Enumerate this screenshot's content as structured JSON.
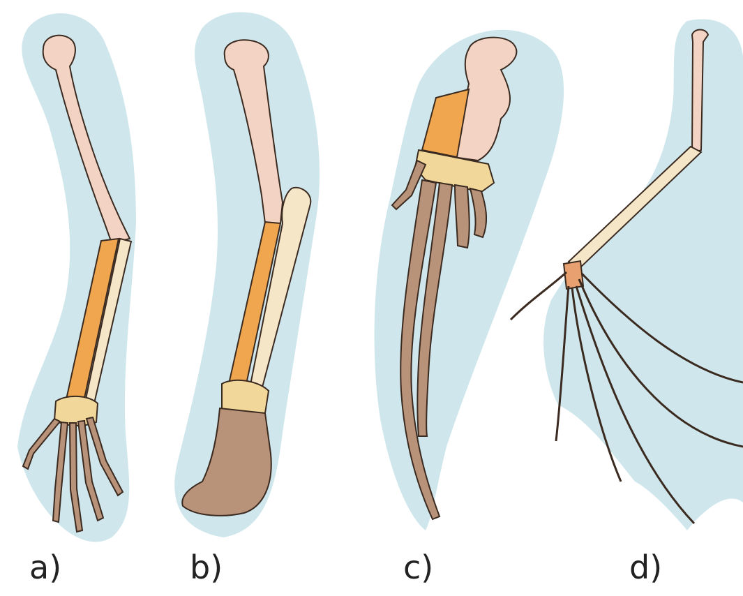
{
  "panels": [
    {
      "label": "a)"
    },
    {
      "label": "b)"
    },
    {
      "label": "c)"
    },
    {
      "label": "d)"
    }
  ],
  "colors": {
    "background": "#ffffff",
    "silhouette": "#cfe7ec",
    "humerus": "#f3d3c4",
    "radius_ulna": "#f0a64e",
    "ulna_light": "#f6e6c8",
    "carpals": "#f2d79a",
    "digits": "#b9927a",
    "outline": "#3a2a20",
    "wing_membrane": "#cfe7ec"
  }
}
